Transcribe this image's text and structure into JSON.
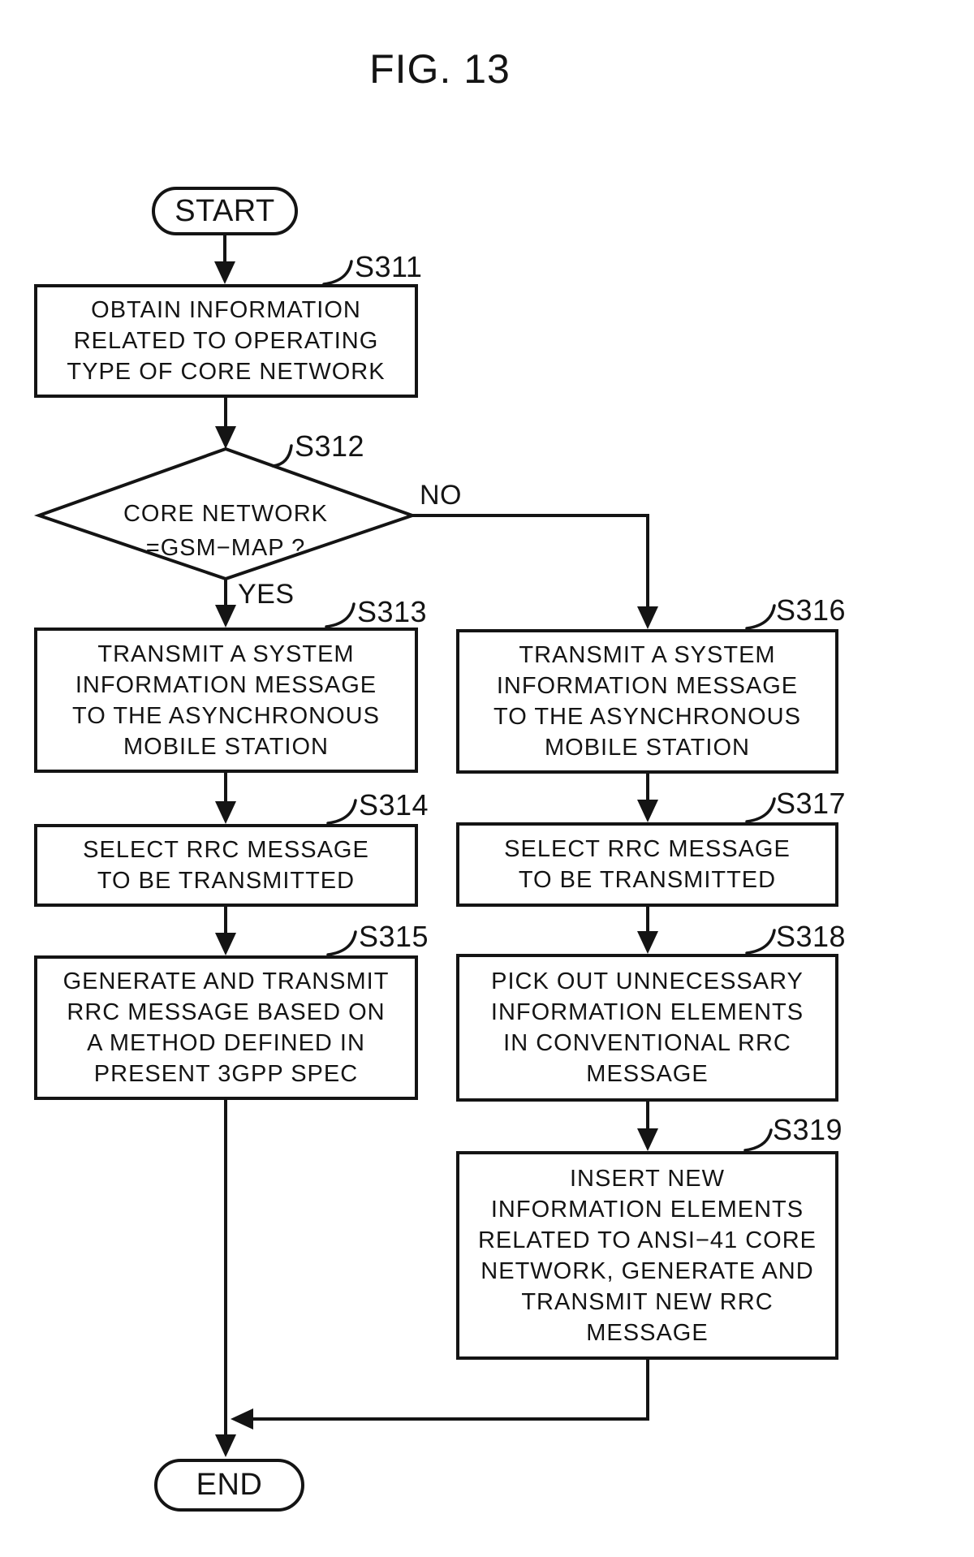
{
  "figure": {
    "title": "FIG. 13"
  },
  "terminals": {
    "start": "START",
    "end": "END"
  },
  "branch_labels": {
    "yes": "YES",
    "no": "NO"
  },
  "nodes": {
    "s311": {
      "step": "S311",
      "type": "process",
      "lines": [
        "OBTAIN INFORMATION",
        "RELATED TO OPERATING",
        "TYPE OF CORE NETWORK"
      ]
    },
    "s312": {
      "step": "S312",
      "type": "decision",
      "lines": [
        "CORE NETWORK",
        "=GSM−MAP ?"
      ]
    },
    "s313": {
      "step": "S313",
      "type": "process",
      "lines": [
        "TRANSMIT A SYSTEM",
        "INFORMATION MESSAGE",
        "TO THE ASYNCHRONOUS",
        "MOBILE STATION"
      ]
    },
    "s314": {
      "step": "S314",
      "type": "process",
      "lines": [
        "SELECT RRC MESSAGE",
        "TO BE TRANSMITTED"
      ]
    },
    "s315": {
      "step": "S315",
      "type": "process",
      "lines": [
        "GENERATE AND TRANSMIT",
        "RRC MESSAGE BASED ON",
        "A METHOD DEFINED IN",
        "PRESENT 3GPP SPEC"
      ]
    },
    "s316": {
      "step": "S316",
      "type": "process",
      "lines": [
        "TRANSMIT A SYSTEM",
        "INFORMATION MESSAGE",
        "TO THE ASYNCHRONOUS",
        "MOBILE STATION"
      ]
    },
    "s317": {
      "step": "S317",
      "type": "process",
      "lines": [
        "SELECT RRC MESSAGE",
        "TO BE TRANSMITTED"
      ]
    },
    "s318": {
      "step": "S318",
      "type": "process",
      "lines": [
        "PICK OUT UNNECESSARY",
        "INFORMATION ELEMENTS",
        "IN CONVENTIONAL RRC",
        "MESSAGE"
      ]
    },
    "s319": {
      "step": "S319",
      "type": "process",
      "lines": [
        "INSERT NEW",
        "INFORMATION ELEMENTS",
        "RELATED TO ANSI−41 CORE",
        "NETWORK, GENERATE AND",
        "TRANSMIT NEW RRC",
        "MESSAGE"
      ]
    }
  },
  "colors": {
    "ink": "#141414",
    "background": "#ffffff"
  }
}
